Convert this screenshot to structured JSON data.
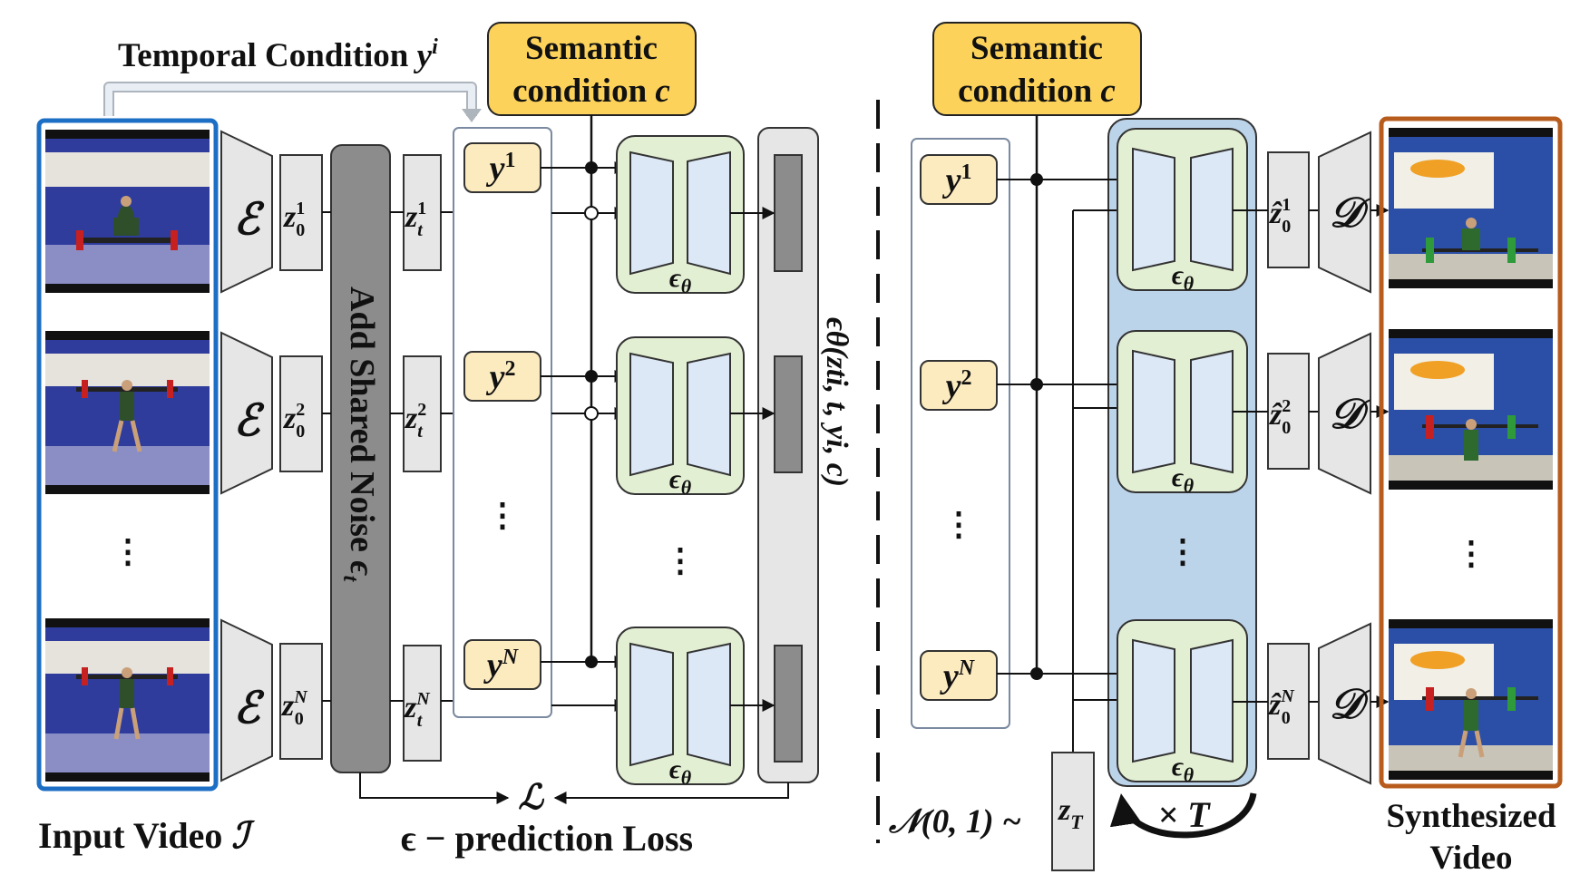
{
  "title_temporal": "Temporal Condition ",
  "temporal_symbol": "y",
  "temporal_sup": "i",
  "semantic_line1": "Semantic",
  "semantic_line2": "condition ",
  "semantic_symbol": "c",
  "encoder_symbol": "ℰ",
  "decoder_symbol": "𝒟",
  "latent_base": "z",
  "latent_sub_clean": "0",
  "latent_sub_noisy": "t",
  "latent_hat": "ẑ",
  "index_sups": [
    "1",
    "2",
    "N"
  ],
  "noise_label": "Add Shared Noise ",
  "noise_symbol": "ϵ",
  "noise_sub": "t",
  "y_symbol": "y",
  "unet_symbol": "ϵ",
  "unet_sub": "θ",
  "eps_output": "ϵθ(zti, t, yi, c)",
  "loss_symbol": "ℒ",
  "loss_label": "ϵ − prediction Loss",
  "input_label": "Input Video ",
  "input_symbol": "ℐ",
  "noise_dist": "𝒩(0, 1) ~",
  "zT_base": "z",
  "zT_sub": "T",
  "times_T": "× T",
  "synth_line1": "Synthesized",
  "synth_line2": "Video",
  "ellipsis": "⋮",
  "colors": {
    "input_border": "#1c6fc4",
    "output_border": "#b85c1e",
    "semantic_fill": "#fcd25a",
    "y_fill": "#fdebc0",
    "unet_fill": "#e3efd3",
    "unet_inner": "#dce8f6",
    "noise_bar": "#8c8c8c",
    "sampling_bg": "#bcd4ea",
    "gray_box": "#e6e6e6"
  }
}
